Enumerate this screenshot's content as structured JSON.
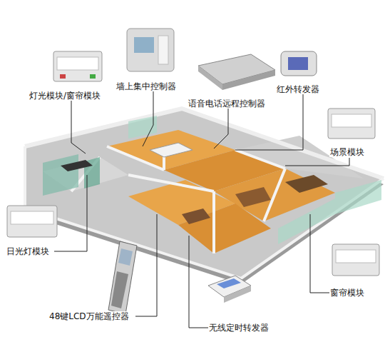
{
  "diagram": {
    "labels": [
      "灯光模块/窗帘模块",
      "墙上集中控制器",
      "语音电话远程控制器",
      "红外转发器",
      "场景模块",
      "日光灯模块",
      "48键LCD万能遥控器",
      "无线定时转发器",
      "窗帘模块"
    ]
  }
}
